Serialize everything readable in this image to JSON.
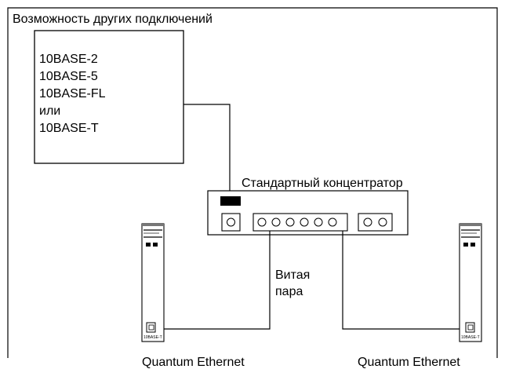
{
  "diagram": {
    "other_connections_title": "Возможность других подключений",
    "connection_types": [
      "10BASE-2",
      "10BASE-5",
      "10BASE-FL",
      "или",
      "10BASE-T"
    ],
    "hub_label": "Стандартный концентратор",
    "twisted_pair_label": [
      "Витая",
      "пара"
    ],
    "left_module": {
      "name": "Quantum Ethernet",
      "port_label": "10BASE-T"
    },
    "right_module": {
      "name": "Quantum Ethernet",
      "port_label": "10BASE-T"
    }
  }
}
